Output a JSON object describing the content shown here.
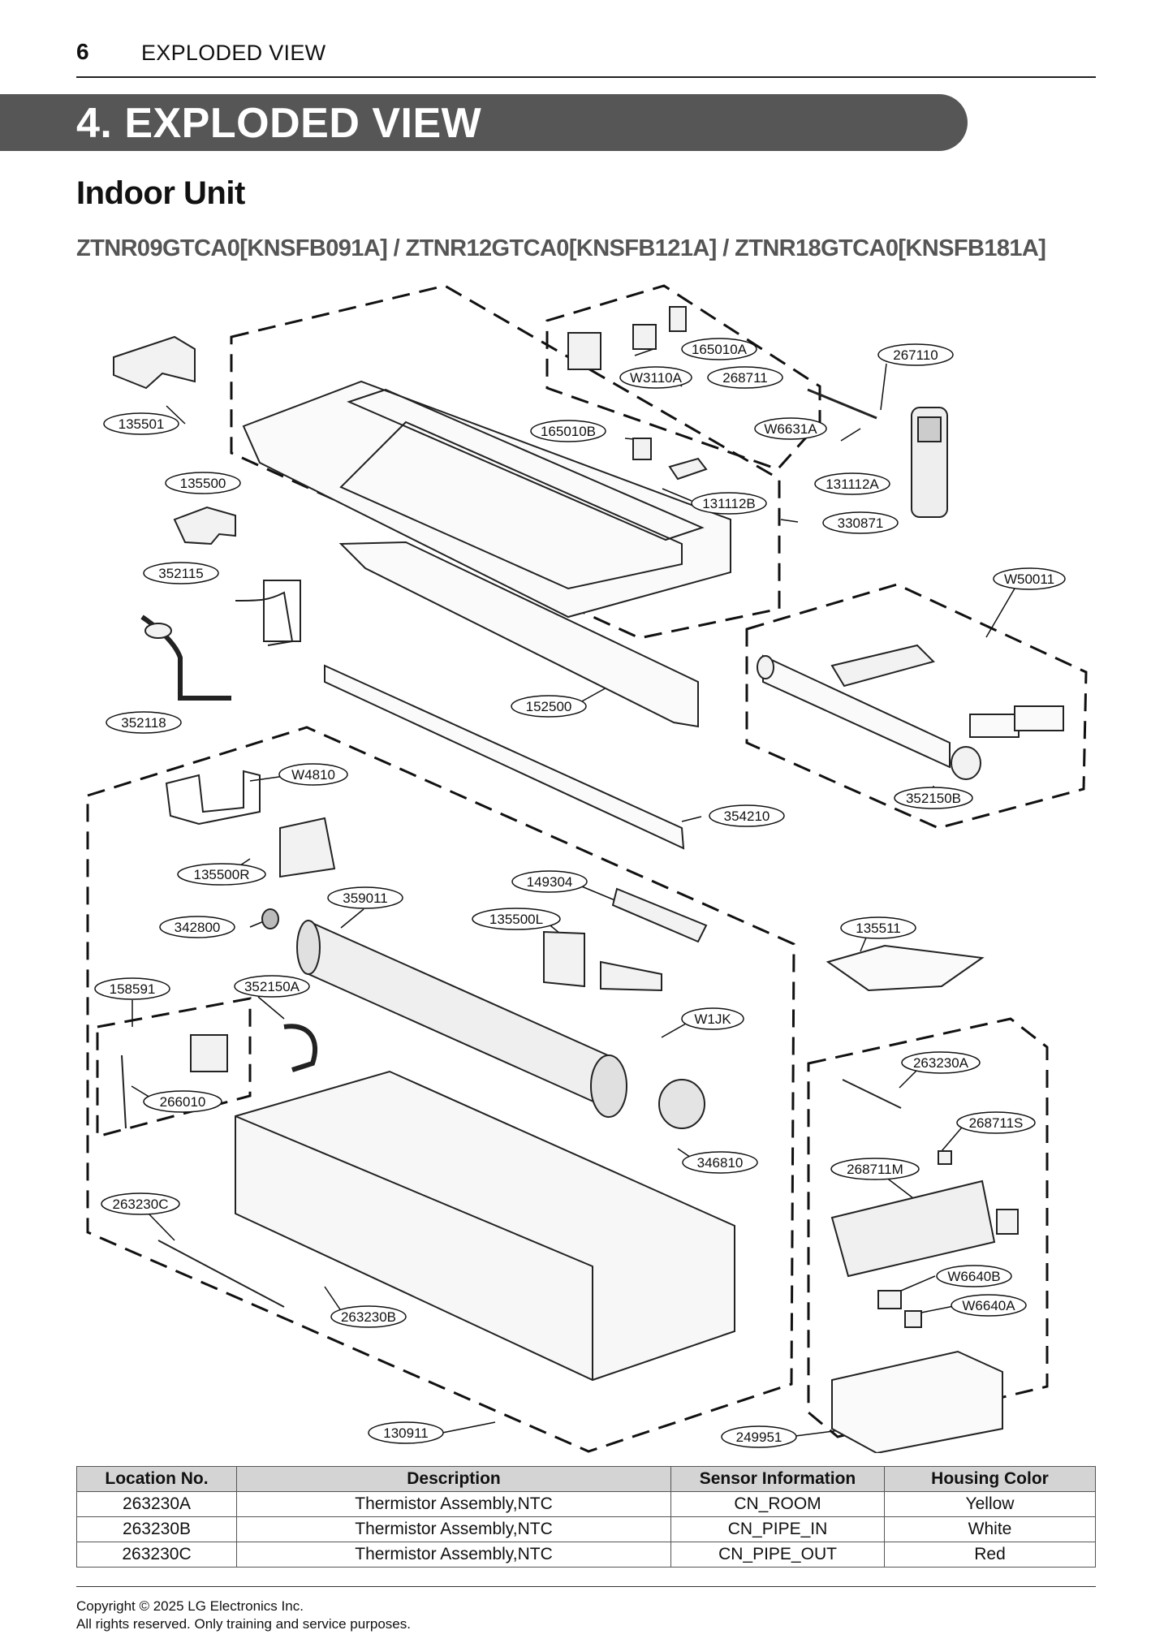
{
  "header": {
    "page_number": "6",
    "section": "EXPLODED VIEW"
  },
  "chapter": {
    "title": "4. EXPLODED VIEW"
  },
  "unit": {
    "title": "Indoor Unit"
  },
  "models": "ZTNR09GTCA0[KNSFB091A] / ZTNR12GTCA0[KNSFB121A] / ZTNR18GTCA0[KNSFB181A]",
  "parts": {
    "p135501": "135501",
    "p135500": "135500",
    "p352115": "352115",
    "p352118": "352118",
    "pW4810": "W4810",
    "p135500R": "135500R",
    "p359011": "359011",
    "p342800": "342800",
    "p158591": "158591",
    "p352150A": "352150A",
    "p266010": "266010",
    "p263230C": "263230C",
    "p263230B": "263230B",
    "p130911": "130911",
    "p165010A": "165010A",
    "pW3110A": "W3110A",
    "p268711": "268711",
    "p267110": "267110",
    "pW6631A": "W6631A",
    "p165010B": "165010B",
    "p131112A": "131112A",
    "p131112B": "131112B",
    "p330871": "330871",
    "pW50011": "W50011",
    "p152500": "152500",
    "p352150B": "352150B",
    "p354210": "354210",
    "p149304": "149304",
    "p135500L": "135500L",
    "p135511": "135511",
    "pW1JK": "W1JK",
    "p263230A": "263230A",
    "p268711S": "268711S",
    "p268711M": "268711M",
    "p346810": "346810",
    "pW6640B": "W6640B",
    "pW6640A": "W6640A",
    "p249951": "249951"
  },
  "table": {
    "headers": [
      "Location No.",
      "Description",
      "Sensor Information",
      "Housing Color"
    ],
    "rows": [
      [
        "263230A",
        "Thermistor Assembly,NTC",
        "CN_ROOM",
        "Yellow"
      ],
      [
        "263230B",
        "Thermistor Assembly,NTC",
        "CN_PIPE_IN",
        "White"
      ],
      [
        "263230C",
        "Thermistor Assembly,NTC",
        "CN_PIPE_OUT",
        "Red"
      ]
    ]
  },
  "footer": {
    "line1": "Copyright © 2025 LG Electronics Inc.",
    "line2": "All rights reserved. Only training and service purposes."
  }
}
